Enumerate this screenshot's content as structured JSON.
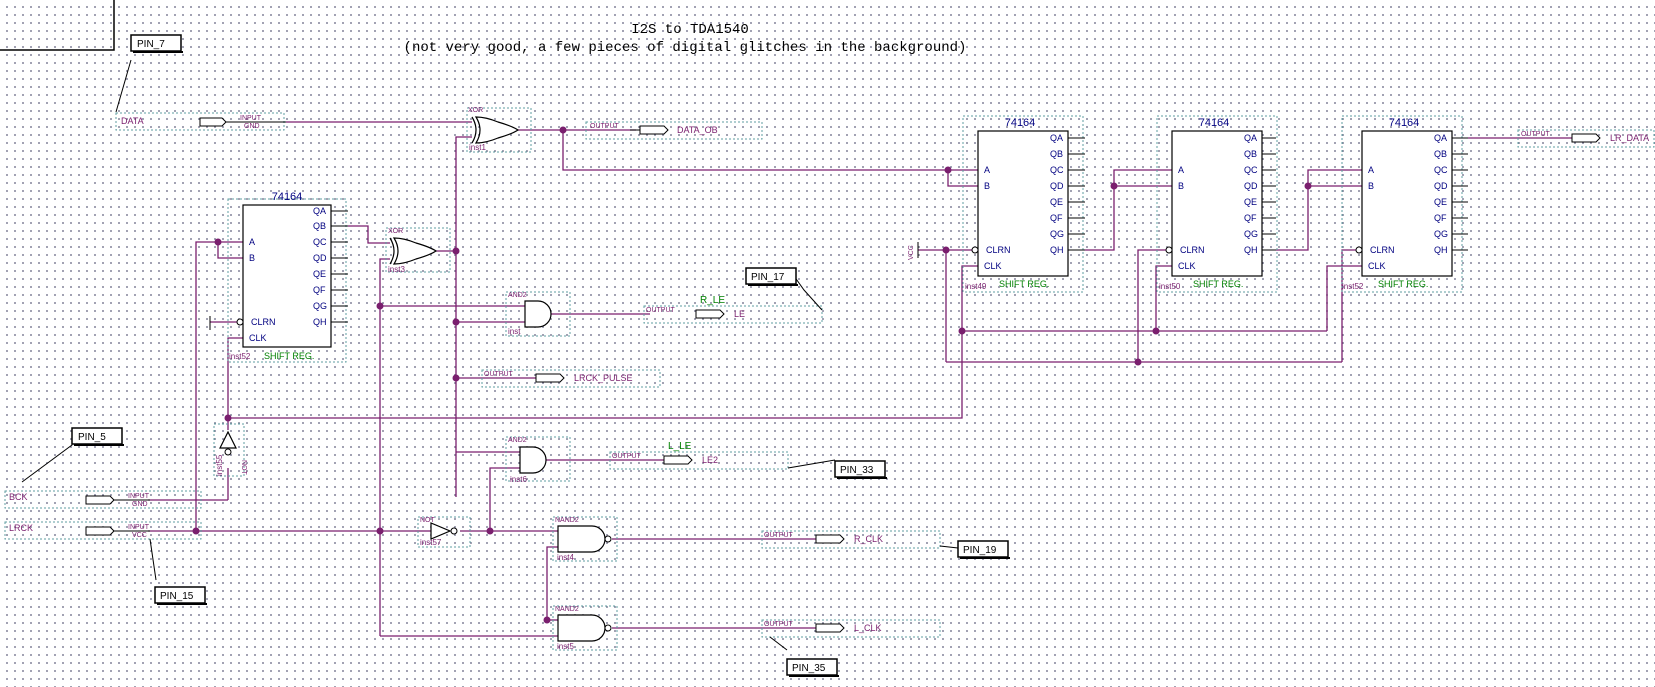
{
  "title": {
    "line1": "I2S to TDA1540",
    "line2": "(not very good, a few pieces of digital glitches in the background)"
  },
  "colors": {
    "wire": "#7a1f6e",
    "component": "#000000",
    "label_blue": "#000080",
    "label_green": "#008000",
    "port_text": "#7a1f6e",
    "dashed_box": "#5f9ea0",
    "background": "#ffffff"
  },
  "pins": [
    {
      "id": "pin7",
      "label": "PIN_7"
    },
    {
      "id": "pin5",
      "label": "PIN_5"
    },
    {
      "id": "pin15",
      "label": "PIN_15"
    },
    {
      "id": "pin17",
      "label": "PIN_17"
    },
    {
      "id": "pin33",
      "label": "PIN_33"
    },
    {
      "id": "pin19",
      "label": "PIN_19"
    },
    {
      "id": "pin35",
      "label": "PIN_35"
    }
  ],
  "inputs": [
    {
      "id": "data",
      "name": "DATA",
      "kind": "INPUT",
      "default": "GND"
    },
    {
      "id": "bck",
      "name": "BCK",
      "kind": "INPUT",
      "default": "GND"
    },
    {
      "id": "lrck",
      "name": "LRCK",
      "kind": "INPUT",
      "default": "VCC"
    }
  ],
  "outputs": [
    {
      "id": "data_ob",
      "kind": "OUTPUT",
      "name": "DATA_OB"
    },
    {
      "id": "lr_data",
      "kind": "OUTPUT",
      "name": "LR_DATA"
    },
    {
      "id": "le",
      "kind": "OUTPUT",
      "name": "LE",
      "net": "R_LE"
    },
    {
      "id": "lrck_pulse",
      "kind": "OUTPUT",
      "name": "LRCK_PULSE"
    },
    {
      "id": "le2",
      "kind": "OUTPUT",
      "name": "LE2",
      "net": "L_LE"
    },
    {
      "id": "r_clk",
      "kind": "OUTPUT",
      "name": "R_CLK"
    },
    {
      "id": "l_clk",
      "kind": "OUTPUT",
      "name": "L_CLK"
    }
  ],
  "shift_registers": [
    {
      "id": "sr_left",
      "part": "74164",
      "inst": "inst52",
      "desc": "SHIFT REG."
    },
    {
      "id": "sr1",
      "part": "74164",
      "inst": "inst49",
      "desc": "SHIFT REG."
    },
    {
      "id": "sr2",
      "part": "74164",
      "inst": "inst50",
      "desc": "SHIFT REG."
    },
    {
      "id": "sr3",
      "part": "74164",
      "inst": "inst52",
      "desc": "SHIFT REG."
    }
  ],
  "sr_pins": {
    "outputs": [
      "QA",
      "QB",
      "QC",
      "QD",
      "QE",
      "QF",
      "QG",
      "QH"
    ],
    "a": "A",
    "b": "B",
    "clrn": "CLRN",
    "clk": "CLK"
  },
  "gates": [
    {
      "id": "xor1",
      "type": "XOR",
      "inst": "inst1"
    },
    {
      "id": "xor3",
      "type": "XOR",
      "inst": "inst3"
    },
    {
      "id": "and_le",
      "type": "AND2",
      "inst": "inst"
    },
    {
      "id": "and_le2",
      "type": "AND2",
      "inst": "inst6"
    },
    {
      "id": "not_lrck",
      "type": "NOT",
      "inst": "inst57"
    },
    {
      "id": "not_bck",
      "type": "NOT",
      "inst": "inst55"
    },
    {
      "id": "nand_r",
      "type": "NAND2",
      "inst": "inst4"
    },
    {
      "id": "nand_l",
      "type": "NAND2",
      "inst": "inst5"
    }
  ],
  "misc": {
    "vcc": "VCC"
  }
}
